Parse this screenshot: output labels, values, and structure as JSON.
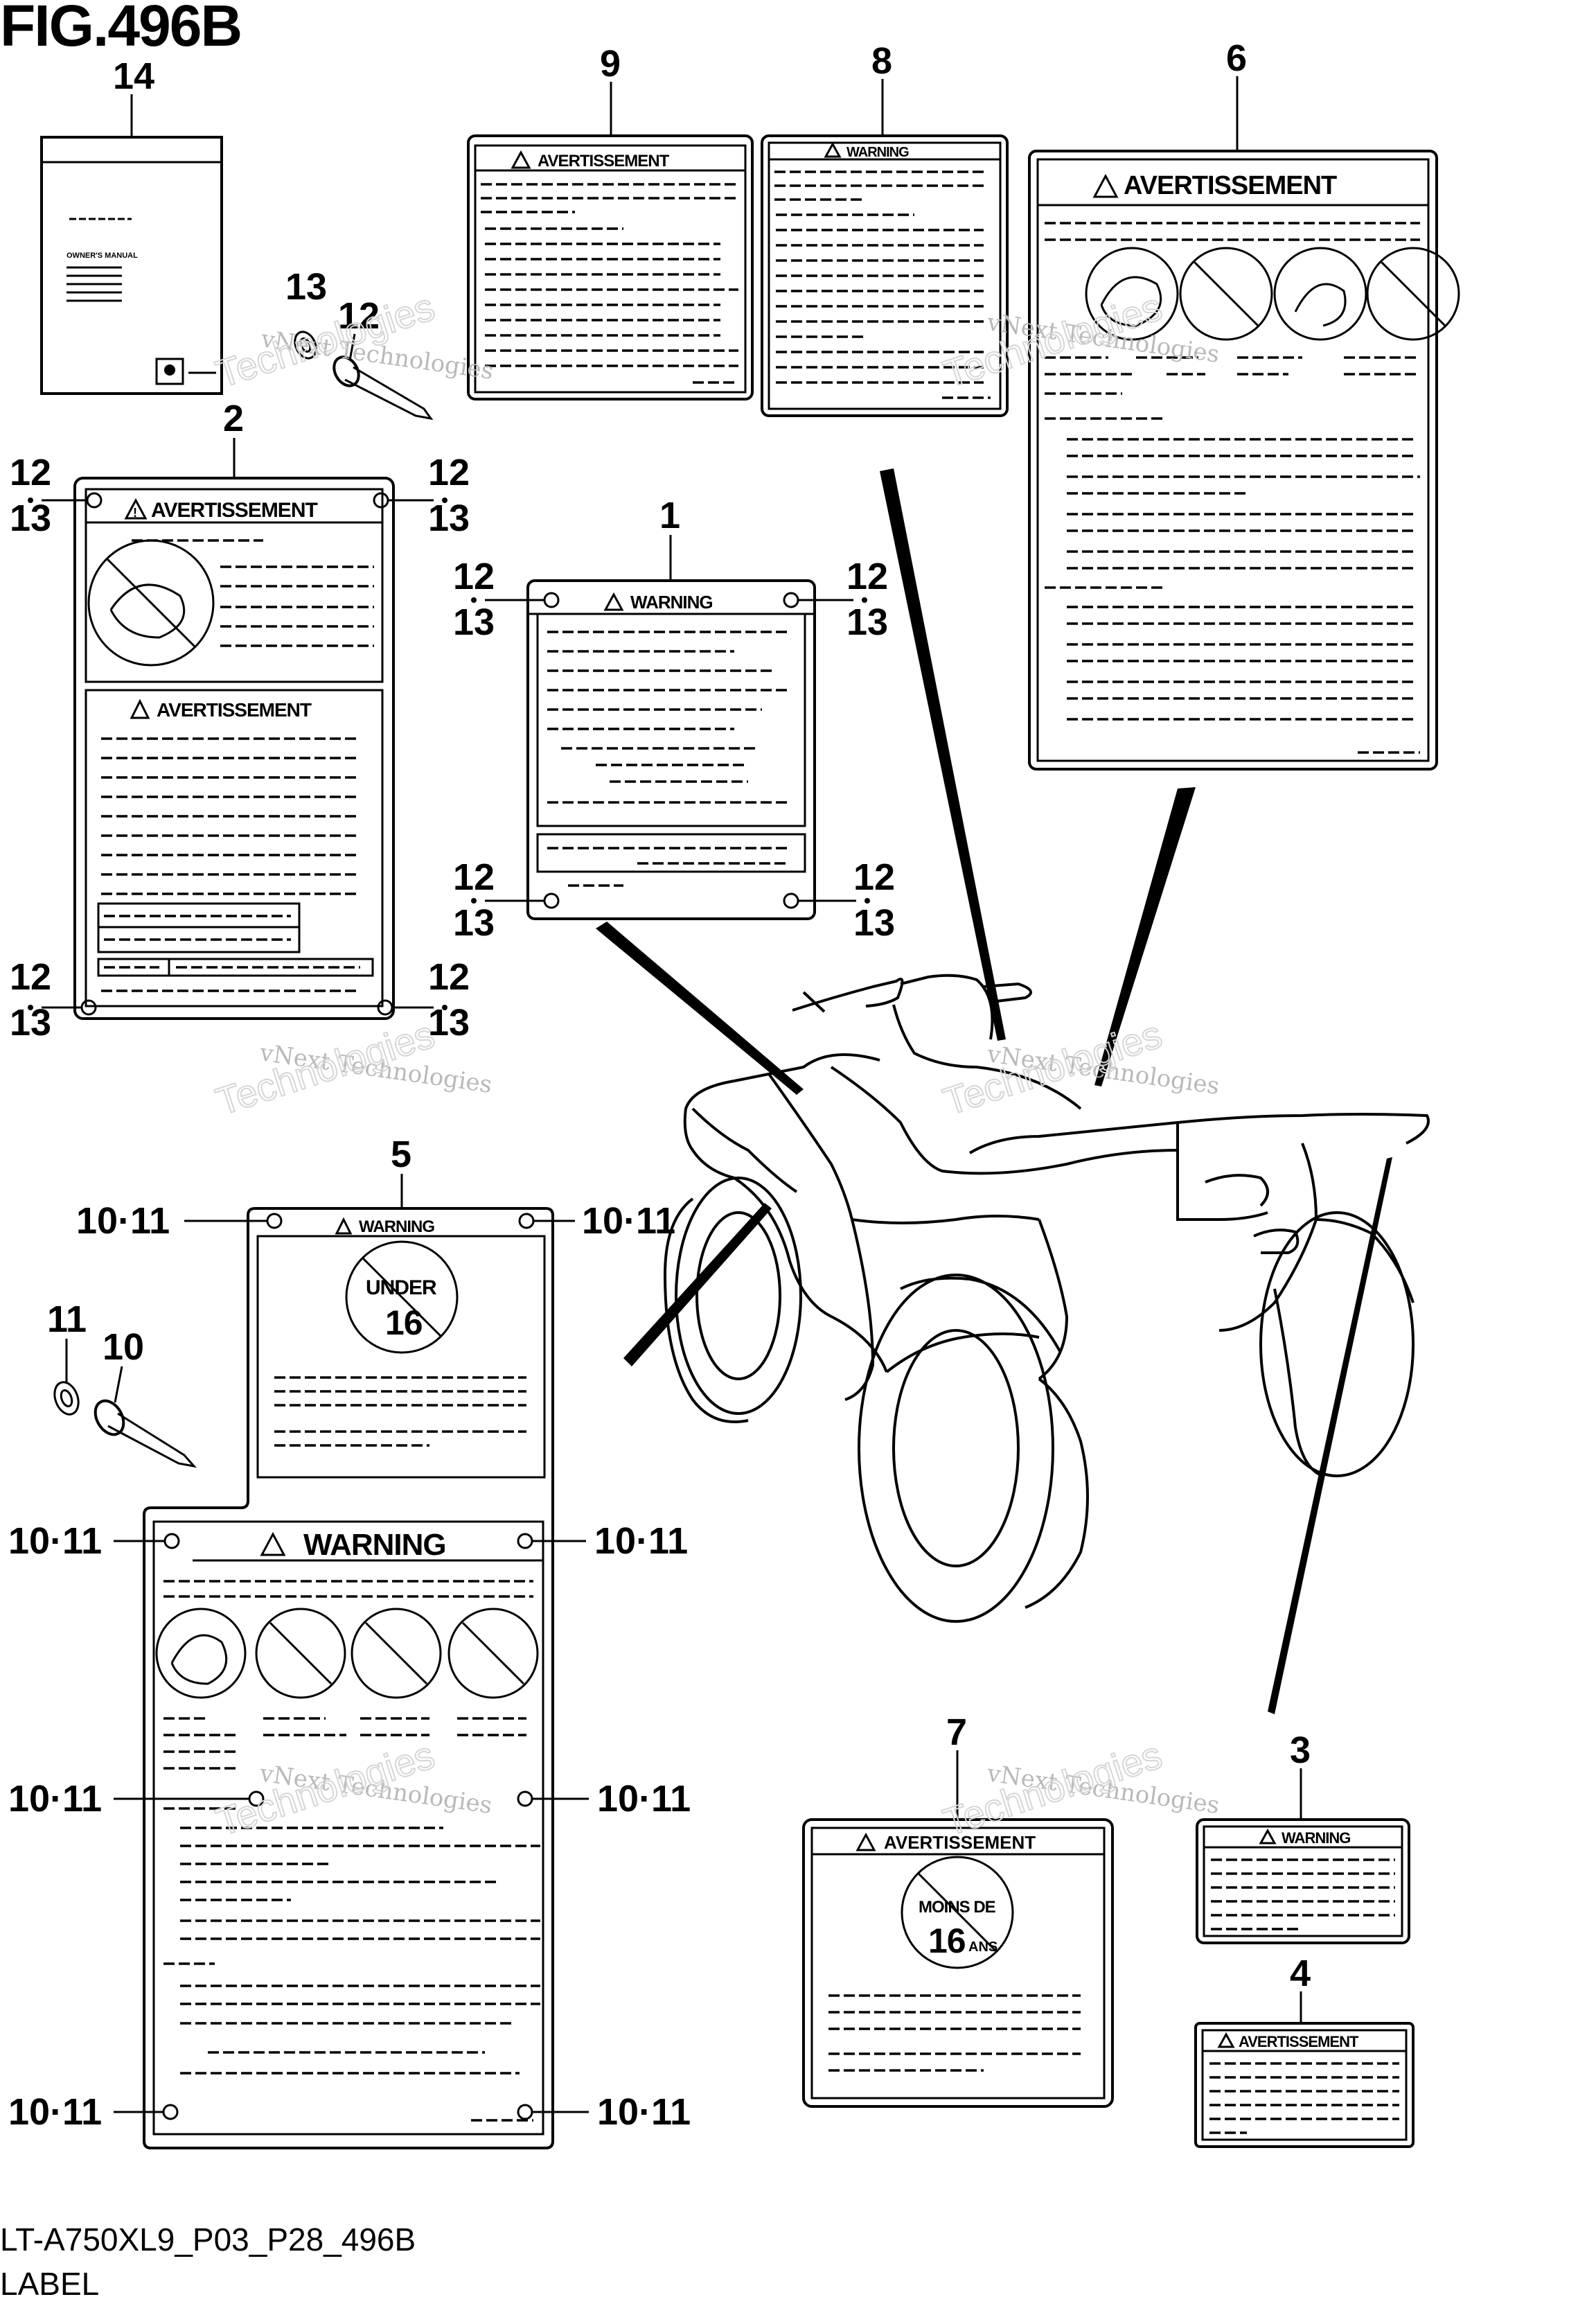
{
  "figure": {
    "title": "FIG.496B",
    "code": "LT-A750XL9_P03_P28_496B",
    "caption": "LABEL"
  },
  "watermark": {
    "line1": "vNext Technologies",
    "line2": "vNext",
    "line3": "Technologies"
  },
  "callouts": {
    "c1": "1",
    "c2": "2",
    "c3": "3",
    "c4": "4",
    "c5": "5",
    "c6": "6",
    "c7": "7",
    "c8": "8",
    "c9": "9",
    "c10": "10",
    "c11": "11",
    "c12": "12",
    "c13": "13",
    "c14": "14",
    "pair_10_11": "10·11"
  },
  "labels": {
    "warning": "WARNING",
    "avertissement": "AVERTISSEMENT",
    "owners_manual": "OWNER'S MANUAL",
    "under": "UNDER",
    "age16": "16",
    "moins_de": "MOINS DE",
    "ans": "ANS"
  }
}
